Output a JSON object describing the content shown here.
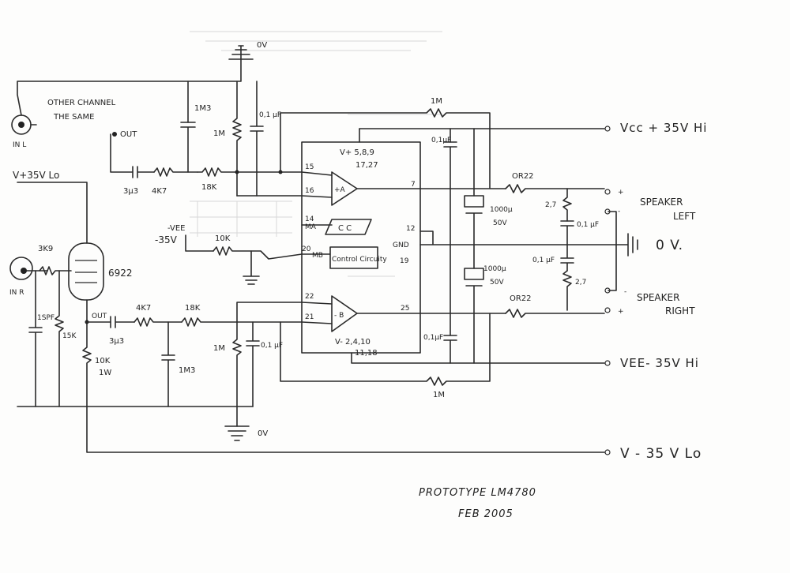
{
  "labels": {
    "other_channel_1": "OTHER CHANNEL",
    "other_channel_2": "THE SAME",
    "out_top": "OUT",
    "in_l": "IN L",
    "vplus_lo": "V+35V Lo",
    "r_1m3": "1M3",
    "r_1m_top": "1M",
    "c_01uf_top": "0,1 µF",
    "zero_v_top": "0V",
    "r_1m_feedback_top": "1M",
    "vcc_hi": "Vcc + 35V Hi",
    "vplus_pins": "V+ 5,8,9",
    "vplus_pins2": "17,27",
    "c_01uf_a": "0,1µF",
    "pin_15": "15",
    "pin_16": "16",
    "amp_a": "+A",
    "pin_7": "7",
    "or22_top": "OR22",
    "speaker_left_1": "SPEAKER",
    "speaker_left_2": "LEFT",
    "c_3u3_top": "3µ3",
    "r_4k7_top": "4K7",
    "r_18k_top": "18K",
    "pin_14": "14",
    "pin_ma": "MA",
    "cc_box": "C C",
    "vee_label": "-VEE",
    "vee_35": "-35V",
    "r_10k": "10K",
    "pin_20": "20",
    "pin_mb": "MB",
    "control_circuity": "Control Circuity",
    "r_27_top": "2,7",
    "c_1000u_top": "1000µ",
    "v50_top": "50V",
    "c_01uf_spk_top": "0,1 µF",
    "zero_v_right": "0 V.",
    "pin_12": "12",
    "gnd": "GND",
    "pin_19": "19",
    "c_1000u_bot": "1000µ",
    "v50_bot": "50V",
    "c_01uf_spk_bot": "0,1 µF",
    "r_27_bot": "2,7",
    "r_3k9": "3K9",
    "tube": "6922",
    "in_r": "IN R",
    "r_1sp": "1SPF",
    "r_15k": "15K",
    "out_bot": "OUT",
    "c_3u3_bot": "3µ3",
    "r_4k7_bot": "4K7",
    "r_18k_bot": "18K",
    "pin_22": "22",
    "pin_21": "21",
    "amp_b": "- B",
    "pin_25": "25",
    "or22_bot": "OR22",
    "speaker_right_1": "SPEAKER",
    "speaker_right_2": "RIGHT",
    "vminus_pins": "V- 2,4,10",
    "vminus_pins2": "11,18",
    "c_01uf_b": "0,1µF",
    "r_1m_bot": "1M",
    "c_01uf_bot": "0,1 µF",
    "r_10k_1w": "10K",
    "r_1w": "1W",
    "c_1m3_bot": "1M3",
    "vee_hi": "VEE- 35V Hi",
    "r_1m_feedback_bot": "1M",
    "zero_v_bot": "0V",
    "vminus_lo": "V - 35 V Lo",
    "plus_1": "+",
    "minus_1": "-",
    "plus_2": "+",
    "minus_2": "-",
    "title": "PROTOTYPE LM4780",
    "date": "FEB 2005"
  },
  "colors": {
    "ink": "#2a2a2a",
    "paper": "#fdfdfc"
  }
}
